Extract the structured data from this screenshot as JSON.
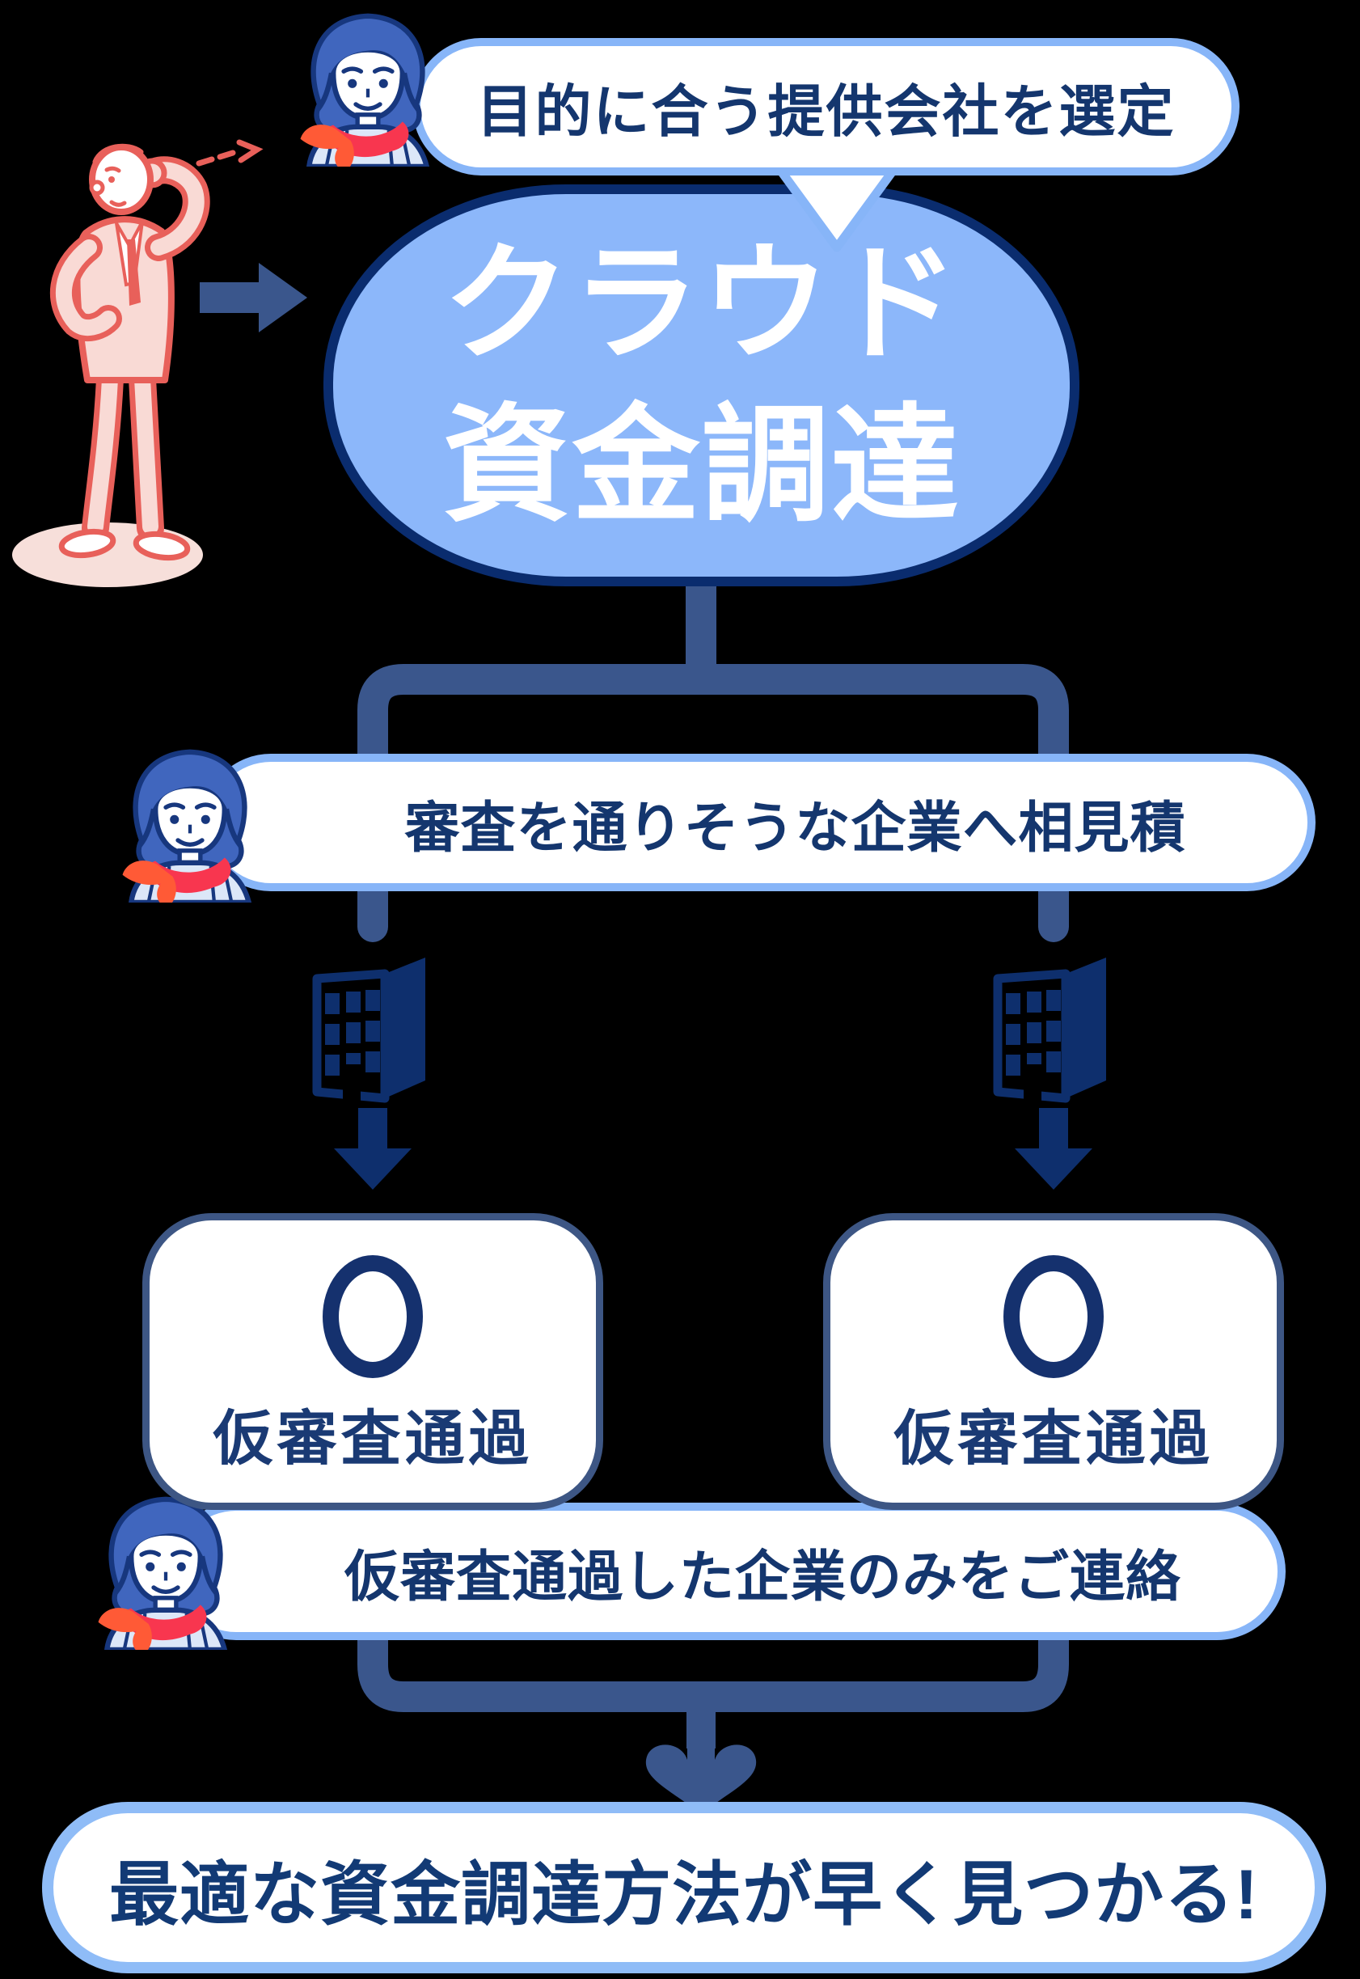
{
  "palette": {
    "background": "#000000",
    "accent_light_blue": "#87B5F8",
    "cloud_fill": "#8CB7FA",
    "deep_navy": "#0E2F6D",
    "slate_blue": "#3A568C",
    "text_navy": "#14366E",
    "figure_red": "#E8605A",
    "figure_pink": "#F9DAD5",
    "scarf_red": "#F8364F",
    "hair_blue": "#4066BE",
    "white": "#FFFFFF"
  },
  "steps": {
    "step1_bubble": {
      "text": "目的に合う提供会社を選定"
    },
    "cloud": {
      "line1": "クラウド",
      "line2": "資金調達"
    },
    "step2_bubble": {
      "text": "審査を通りそうな企業へ相見積"
    },
    "approval_boxes": [
      {
        "label": "仮審査通過"
      },
      {
        "label": "仮審査通過"
      }
    ],
    "step3_bubble": {
      "text": "仮審査通過した企業のみをご連絡"
    },
    "result_box": {
      "text": "最適な資金調達方法が早く見つかる!"
    }
  },
  "icons": {
    "consultant_avatar": "woman-consultant-avatar",
    "businessman": "businessman-thinking",
    "building": "office-building-icon",
    "arrow_right": "arrow-right",
    "arrow_down": "arrow-down",
    "merge_arrow": "merge-arrow-down",
    "pass_mark": "circle-pass-mark"
  }
}
